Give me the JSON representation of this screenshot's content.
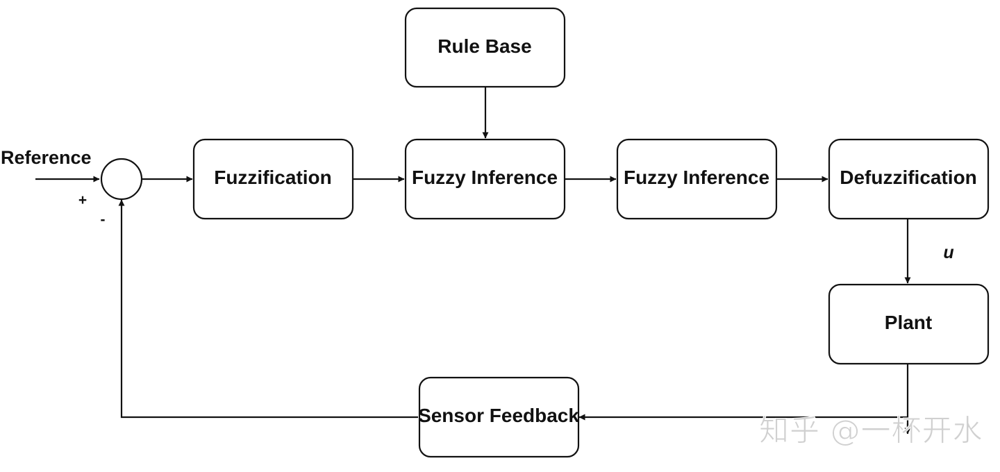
{
  "diagram": {
    "rule_base": "Rule Base",
    "reference_label": "Reference",
    "plus_sign": "+",
    "minus_sign": "-",
    "fuzzification": "Fuzzification",
    "fuzzy_inference_1": "Fuzzy Inference",
    "fuzzy_inference_2": "Fuzzy Inference",
    "defuzzification": "Defuzzification",
    "control_signal": "u",
    "plant": "Plant",
    "sensor_feedback": "Sensor Feedback"
  },
  "watermark": "知乎 @一杯开水",
  "colors": {
    "background": "#ffffff",
    "stroke": "#111111",
    "watermark": "#d0d0d0"
  }
}
